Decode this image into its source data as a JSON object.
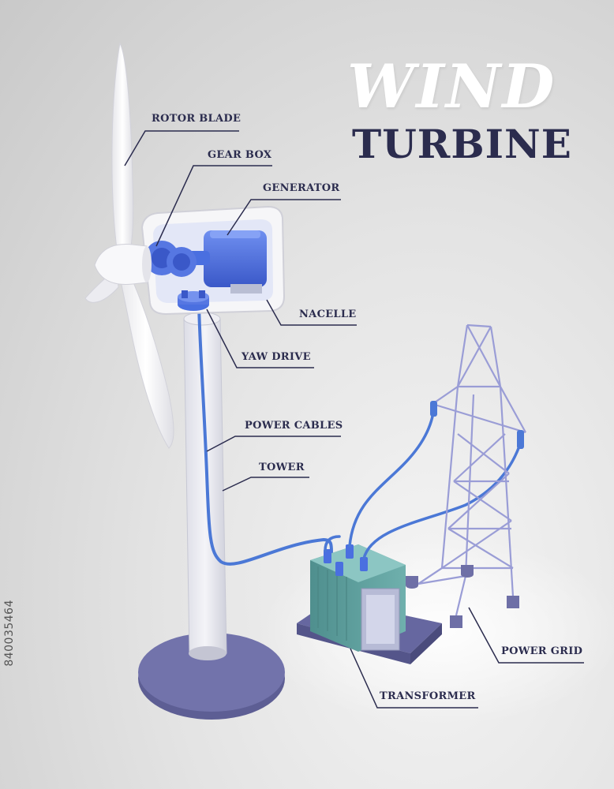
{
  "title": {
    "line1": "WIND",
    "line2": "TURBINE"
  },
  "labels": {
    "rotor_blade": "ROTOR BLADE",
    "gear_box": "GEAR BOX",
    "generator": "GENERATOR",
    "nacelle": "NACELLE",
    "yaw_drive": "YAW DRIVE",
    "power_cables": "POWER CABLES",
    "tower": "TOWER",
    "power_grid": "POWER GRID",
    "transformer": "TRANSFORMER"
  },
  "stock_id": "840035464",
  "colors": {
    "label_text": "#2b2c4e",
    "base_purple": "#6e6fa6",
    "generator_blue": "#4a6fe0",
    "cable_blue": "#4b78d6",
    "transformer_teal": "#5f9e9c",
    "pylon_lavender": "#a3a6dc"
  }
}
